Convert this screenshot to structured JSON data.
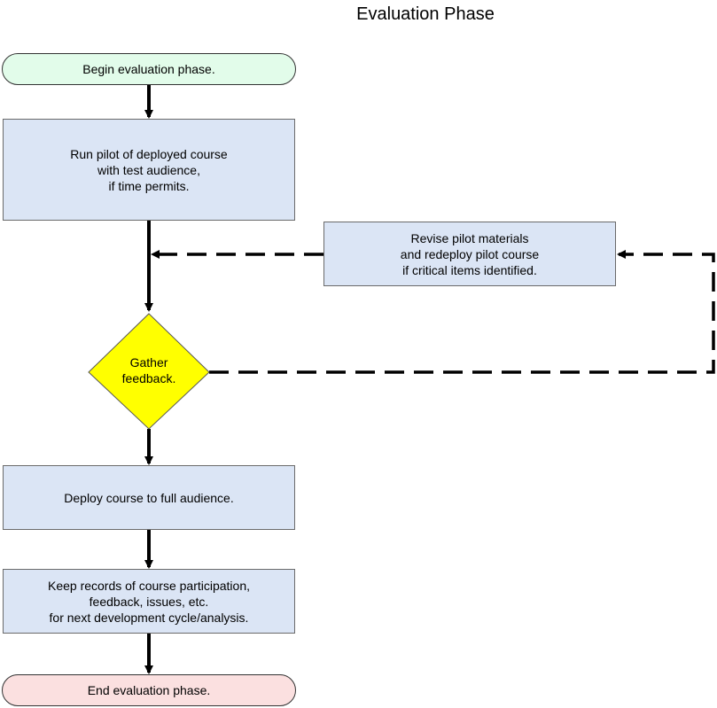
{
  "title": "Evaluation Phase",
  "colors": {
    "terminal_start": "#e2fcea",
    "terminal_end": "#fbe0e0",
    "process_fill": "#dbe5f5",
    "decision_fill": "#ffff00",
    "line": "#000000"
  },
  "nodes": {
    "begin": "Begin evaluation phase.",
    "pilot": "Run pilot of deployed course\nwith test audience,\nif time permits.",
    "revise": "Revise pilot materials\nand redeploy pilot course\nif critical items identified.",
    "gather": "Gather\nfeedback.",
    "deploy": "Deploy course to full audience.",
    "records": "Keep records of course participation,\nfeedback, issues, etc.\nfor next development cycle/analysis.",
    "end": "End evaluation phase."
  }
}
